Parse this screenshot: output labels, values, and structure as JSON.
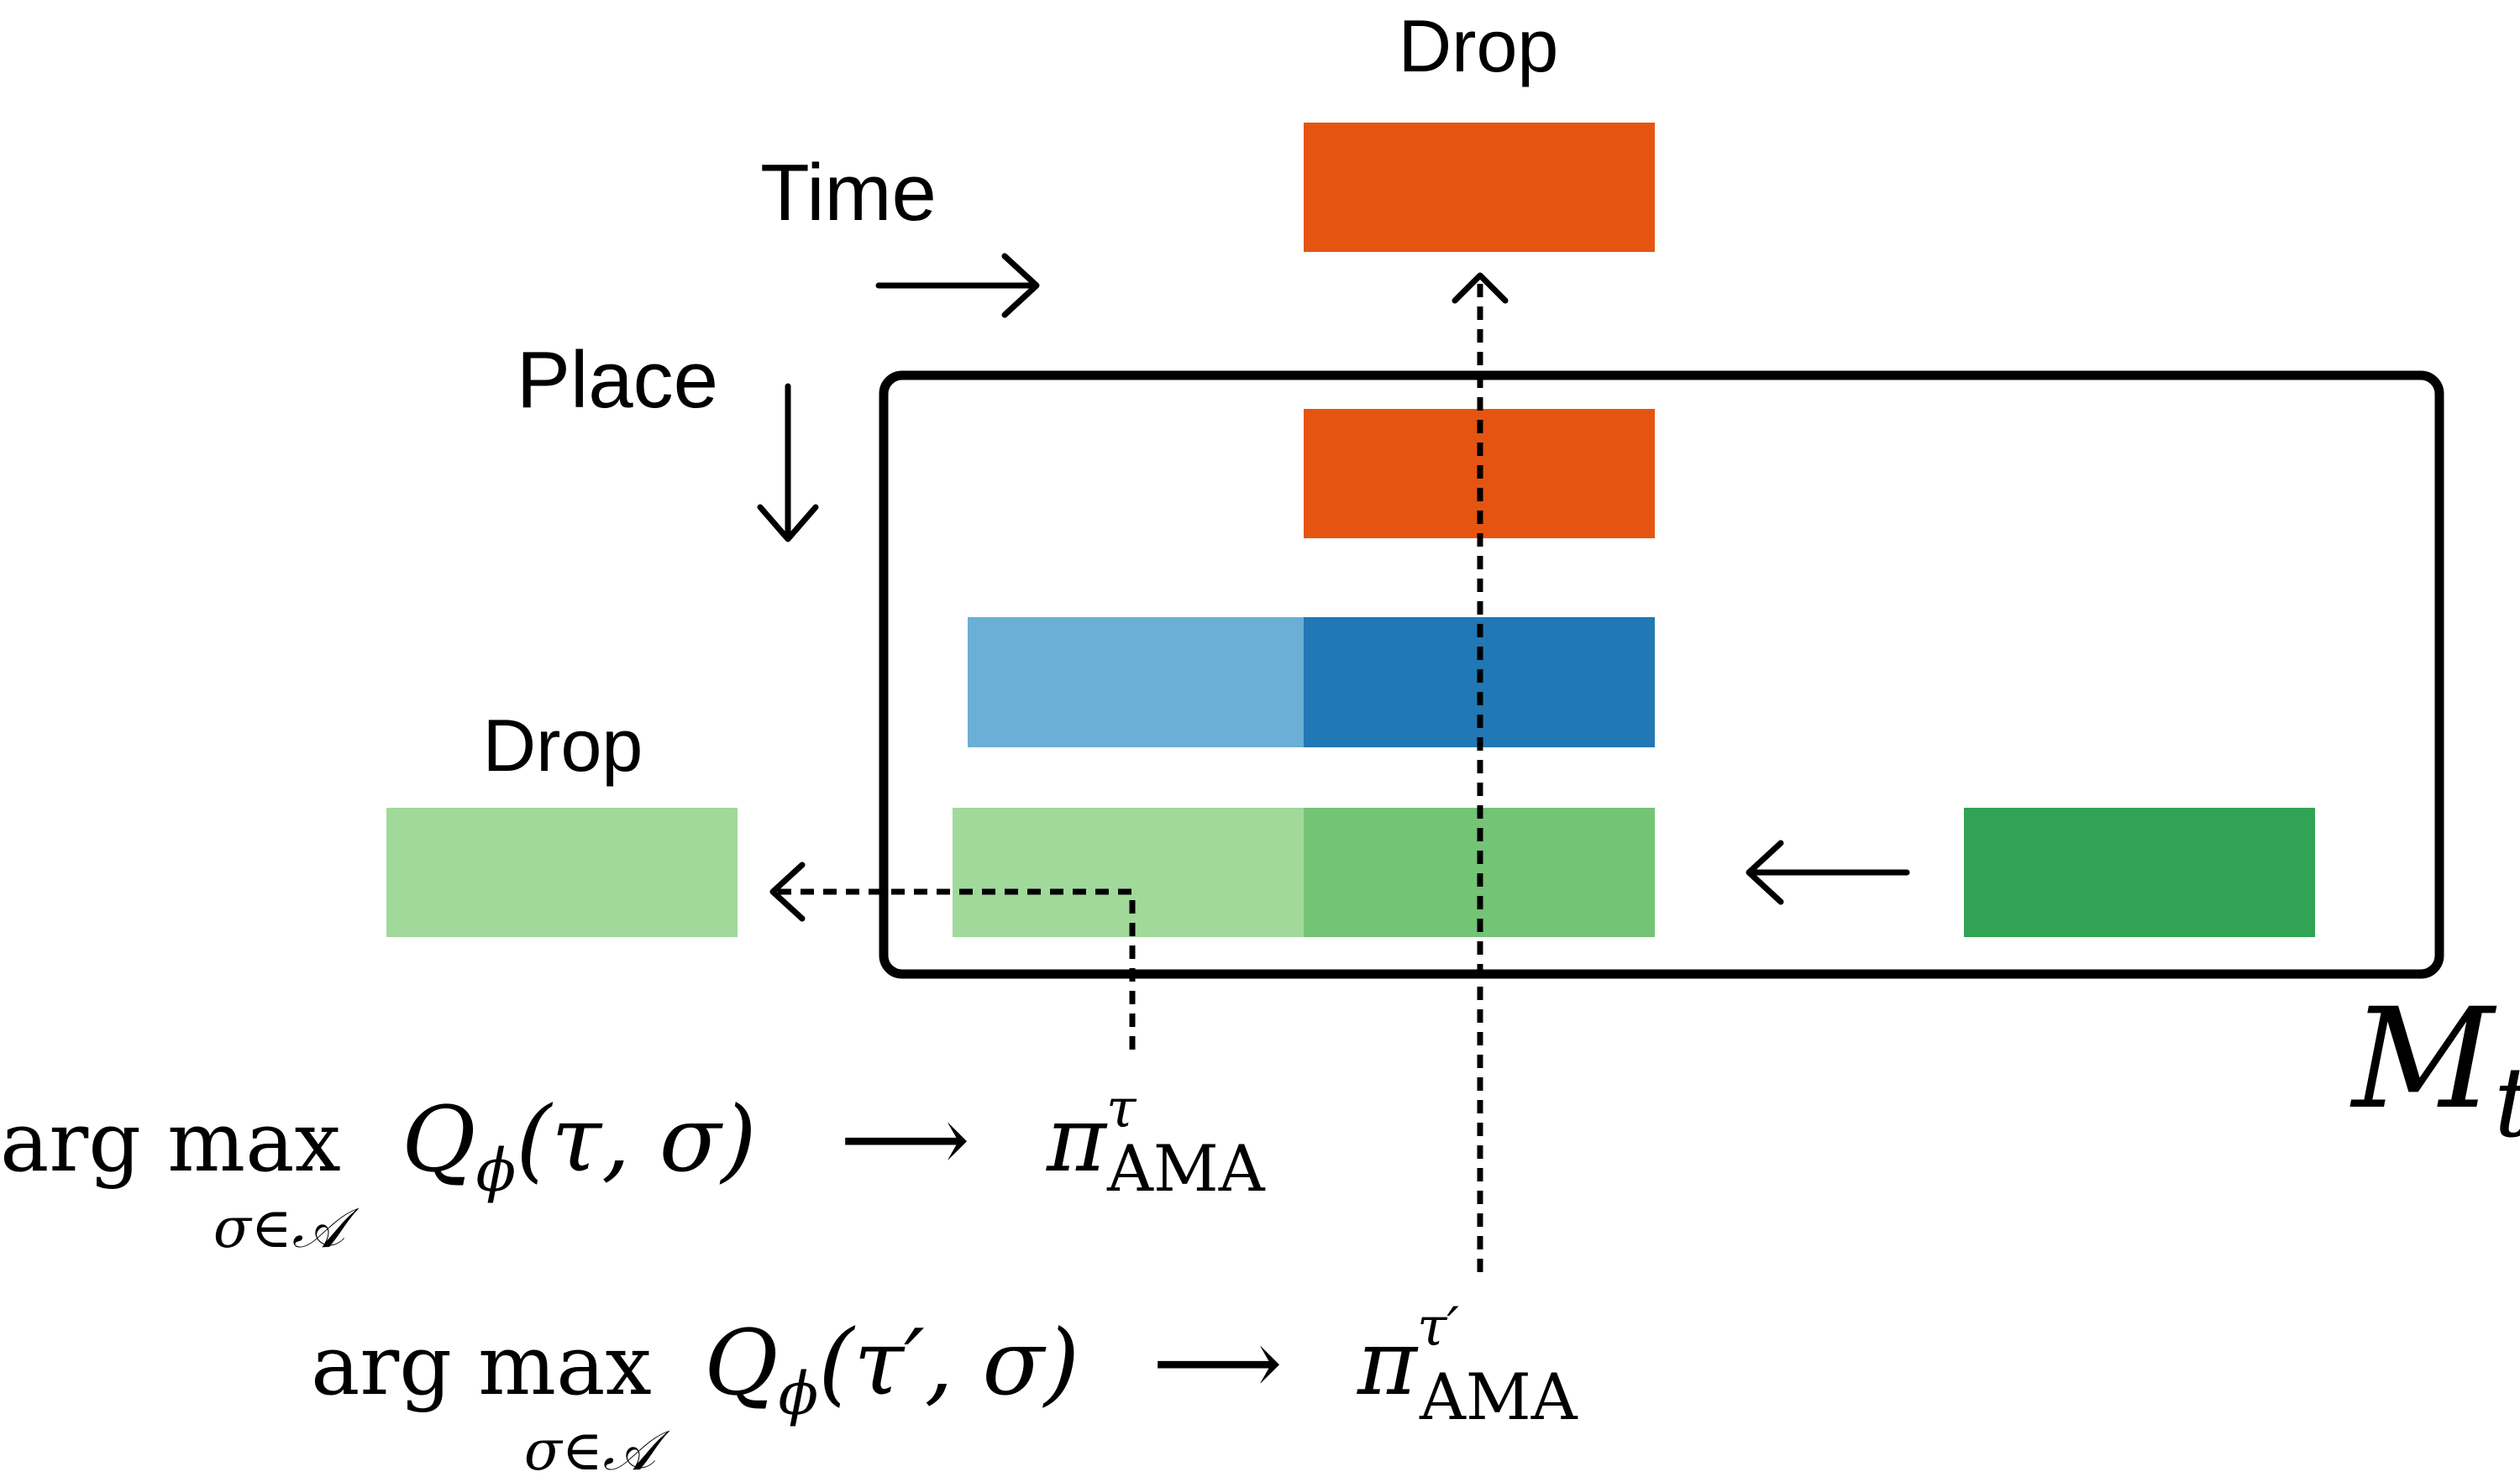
{
  "labels": {
    "drop_top": "Drop",
    "drop_left": "Drop",
    "time": "Time",
    "place": "Place",
    "memory": "M",
    "memory_sub": "t"
  },
  "formula_tau": {
    "op": "arg max",
    "constraint": "σ∈𝒜",
    "q": "Q",
    "q_sub": "ϕ",
    "args": "(τ, σ)",
    "arrow": "⟶",
    "pi": "π",
    "pi_sup": "τ",
    "pi_sub": "AMA"
  },
  "formula_tau_prime": {
    "op": "arg max",
    "constraint": "σ∈𝒜",
    "q": "Q",
    "q_sub": "ϕ",
    "args": "(τ′, σ)",
    "arrow": "⟶",
    "pi": "π",
    "pi_sup": "τ′",
    "pi_sub": "AMA"
  },
  "colors": {
    "orange": "#E55511",
    "blue_light": "#6BAED6",
    "blue_dark": "#2178B4",
    "green_light": "#A1D99B",
    "green_mid": "#74C476",
    "green_dark": "#31A354",
    "line": "#000000"
  }
}
